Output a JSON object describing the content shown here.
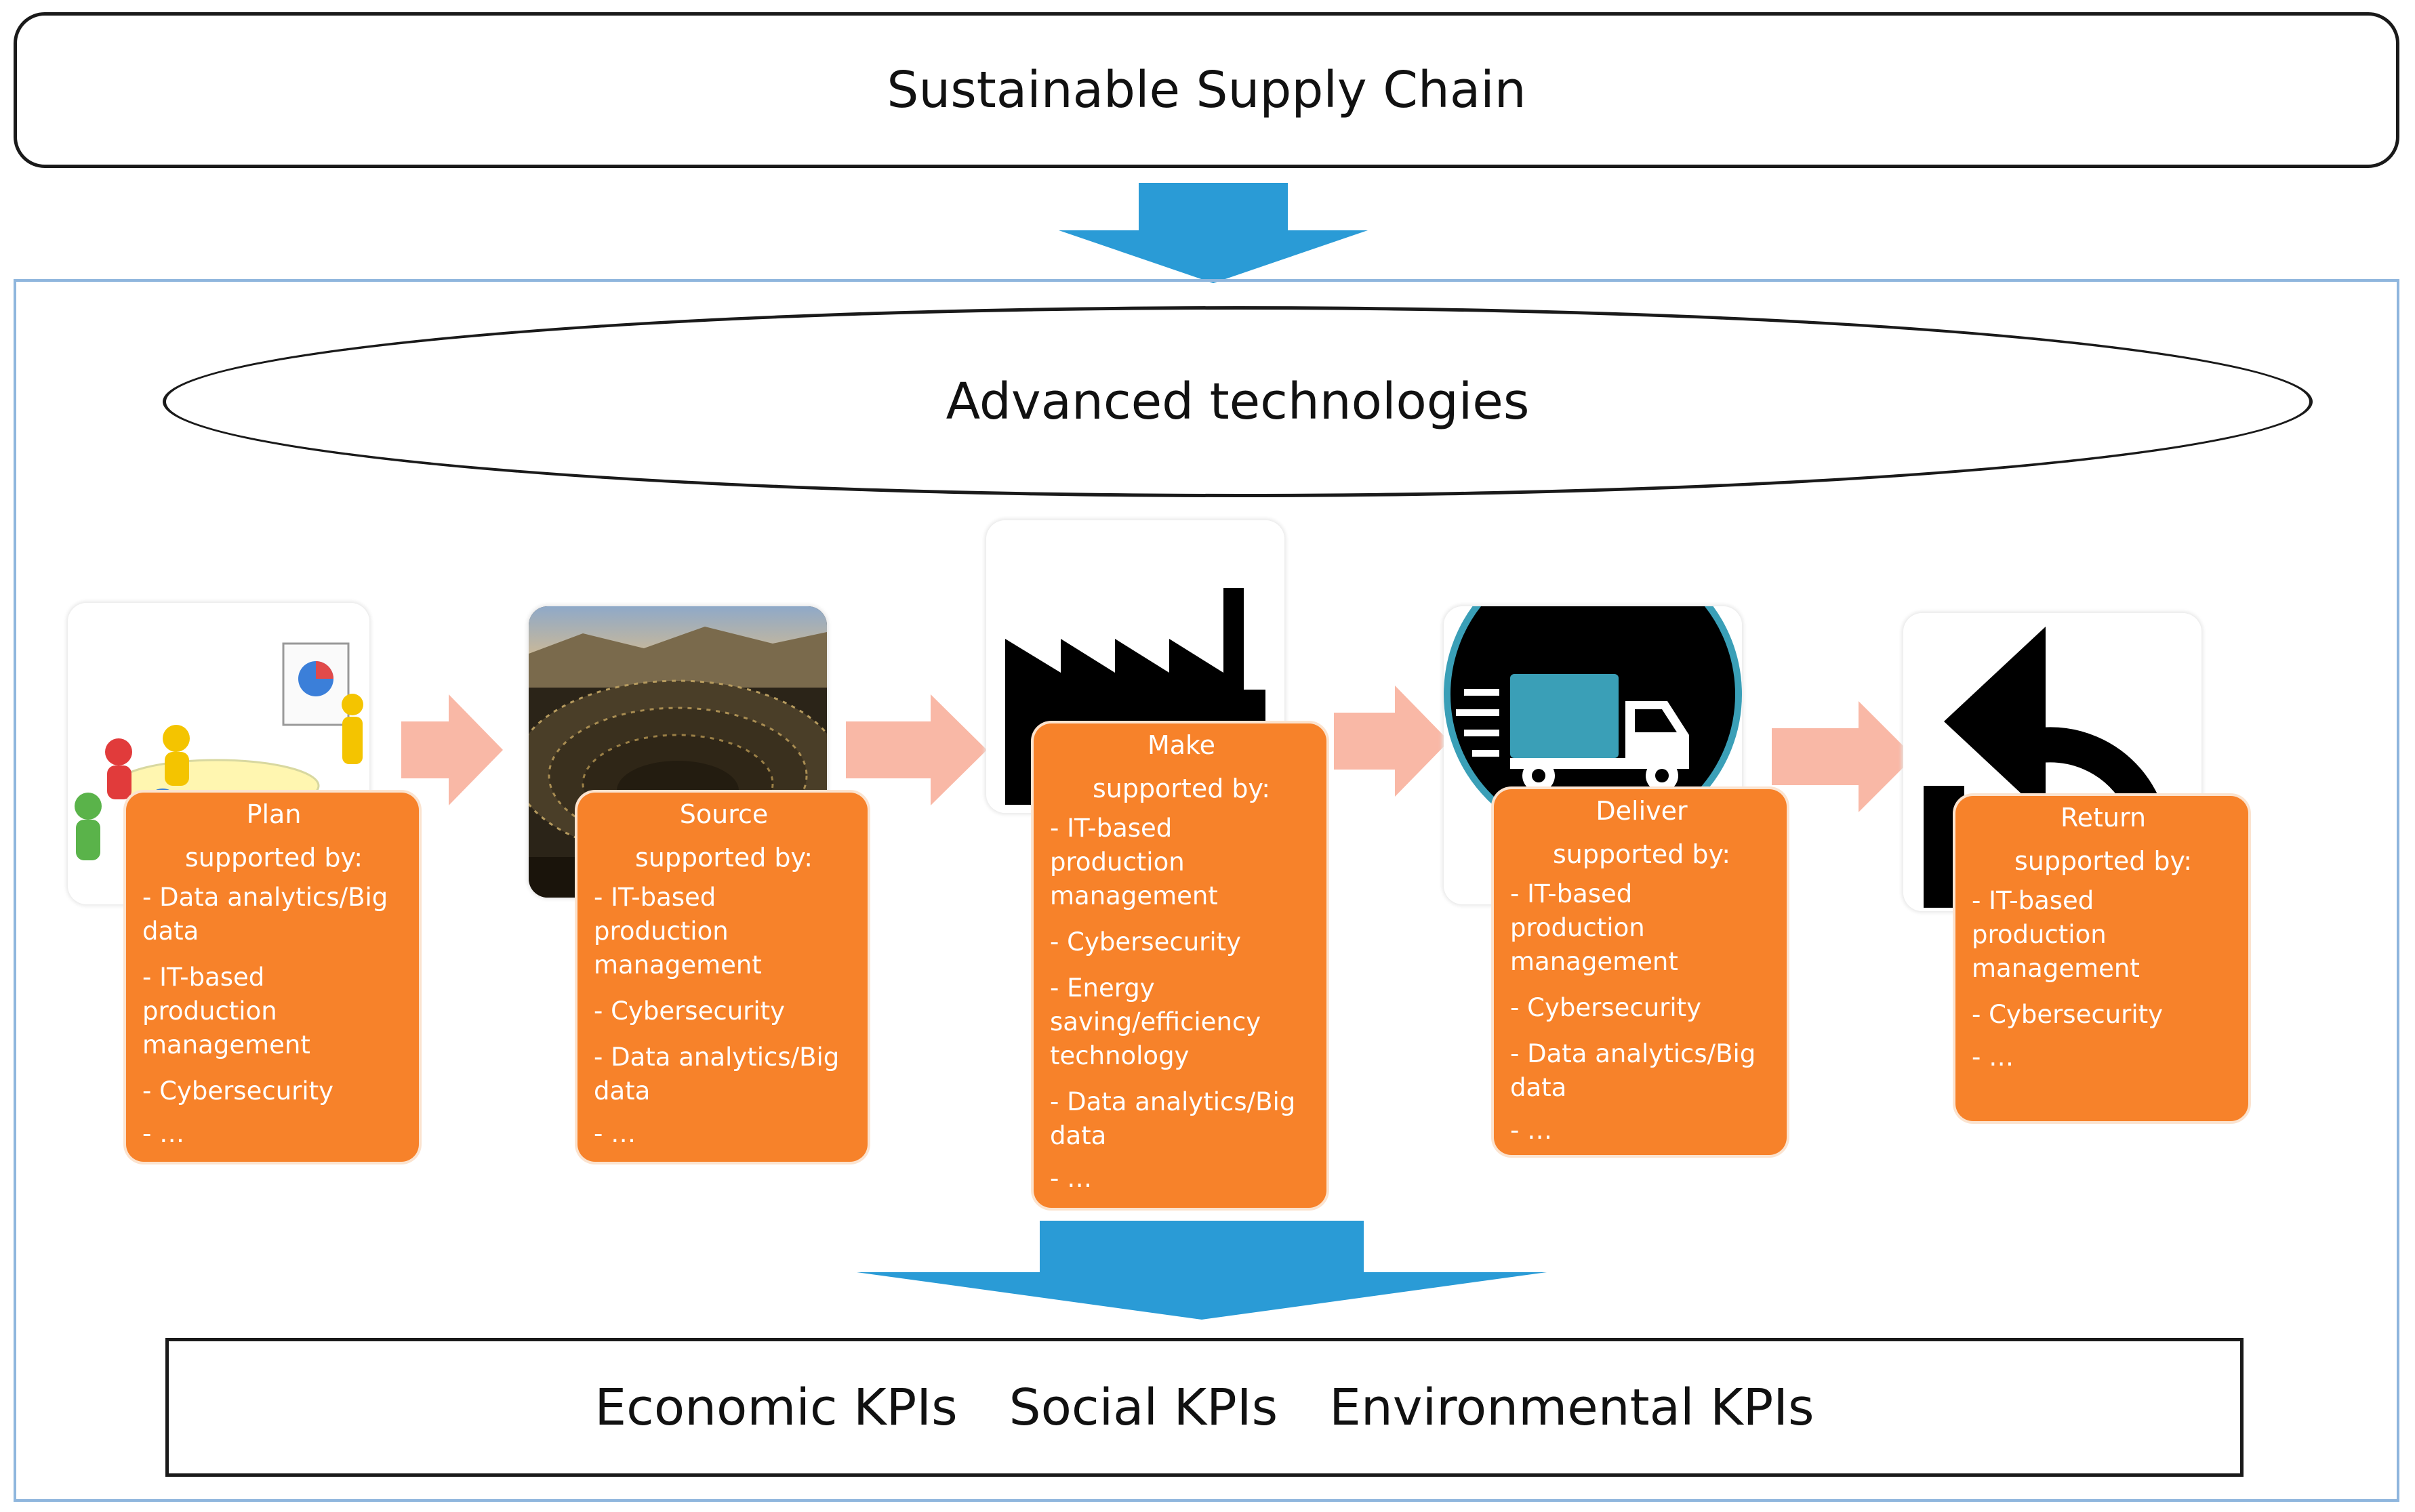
{
  "top_box": {
    "title": "Sustainable Supply Chain"
  },
  "ellipse": {
    "title": "Advanced technologies"
  },
  "kpis": [
    "Economic KPIs",
    "Social KPIs",
    "Environmental KPIs"
  ],
  "stages": [
    {
      "name": "Plan",
      "supported_label": "supported by:",
      "items": [
        "- Data analytics/Big data",
        "- IT-based production management",
        "- Cybersecurity"
      ],
      "more": "- …"
    },
    {
      "name": "Source",
      "supported_label": "supported by:",
      "items": [
        "- IT-based production management",
        "- Cybersecurity",
        "- Data analytics/Big data"
      ],
      "more": "- …"
    },
    {
      "name": "Make",
      "supported_label": "supported by:",
      "items": [
        "- IT-based production management",
        "- Cybersecurity",
        "- Energy saving/efficiency technology",
        "- Data analytics/Big data"
      ],
      "more": "- …"
    },
    {
      "name": "Deliver",
      "supported_label": "supported by:",
      "items": [
        "- IT-based production management",
        "- Cybersecurity",
        "- Data analytics/Big data"
      ],
      "more": "- …"
    },
    {
      "name": "Return",
      "supported_label": "supported by:",
      "items": [
        "- IT-based production management",
        "- Cybersecurity"
      ],
      "more": "- …"
    }
  ],
  "icons": {
    "plan": "planning-meeting-icon",
    "source": "open-pit-mine-icon",
    "make": "factory-icon",
    "deliver": "delivery-truck-icon",
    "return": "return-arrow-icon"
  },
  "colors": {
    "card": "#f7822a",
    "flow_arrow": "#f9b8a6",
    "down_arrow": "#2a9bd6",
    "frame": "#8fb6dd",
    "truck": "#3a9fb7"
  }
}
